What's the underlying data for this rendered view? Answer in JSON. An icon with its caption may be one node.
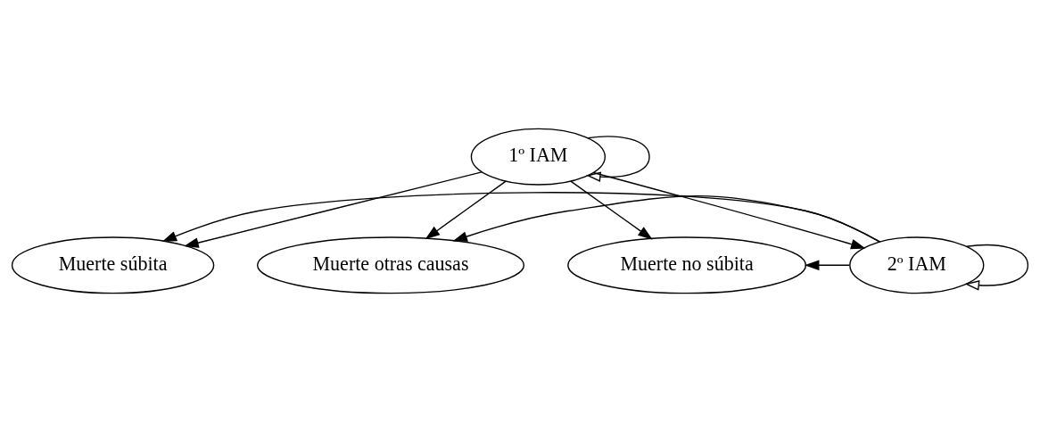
{
  "diagram": {
    "nodes": [
      {
        "text": [
          "1º IAM"
        ]
      },
      {
        "text": [
          "Muerte súbita"
        ]
      },
      {
        "text": [
          "Muerte otras causas"
        ]
      },
      {
        "text": [
          "Muerte no súbita"
        ]
      },
      {
        "text": [
          "2º IAM"
        ]
      }
    ],
    "edges": [
      {
        "from": 0,
        "to": 0,
        "arrow": "to"
      },
      {
        "from": 0,
        "to": 1,
        "arrow": "to"
      },
      {
        "from": 0,
        "to": 2,
        "arrow": "to"
      },
      {
        "from": 0,
        "to": 4,
        "arrow": "to"
      },
      {
        "from": 0,
        "to": 3,
        "arrow": "to"
      },
      {
        "from": 4,
        "to": 1,
        "arrow": "to"
      },
      {
        "from": 4,
        "to": 2,
        "arrow": "to"
      },
      {
        "from": 4,
        "to": 3,
        "arrow": "to"
      },
      {
        "from": 4,
        "to": 4,
        "arrow": "to"
      }
    ]
  }
}
